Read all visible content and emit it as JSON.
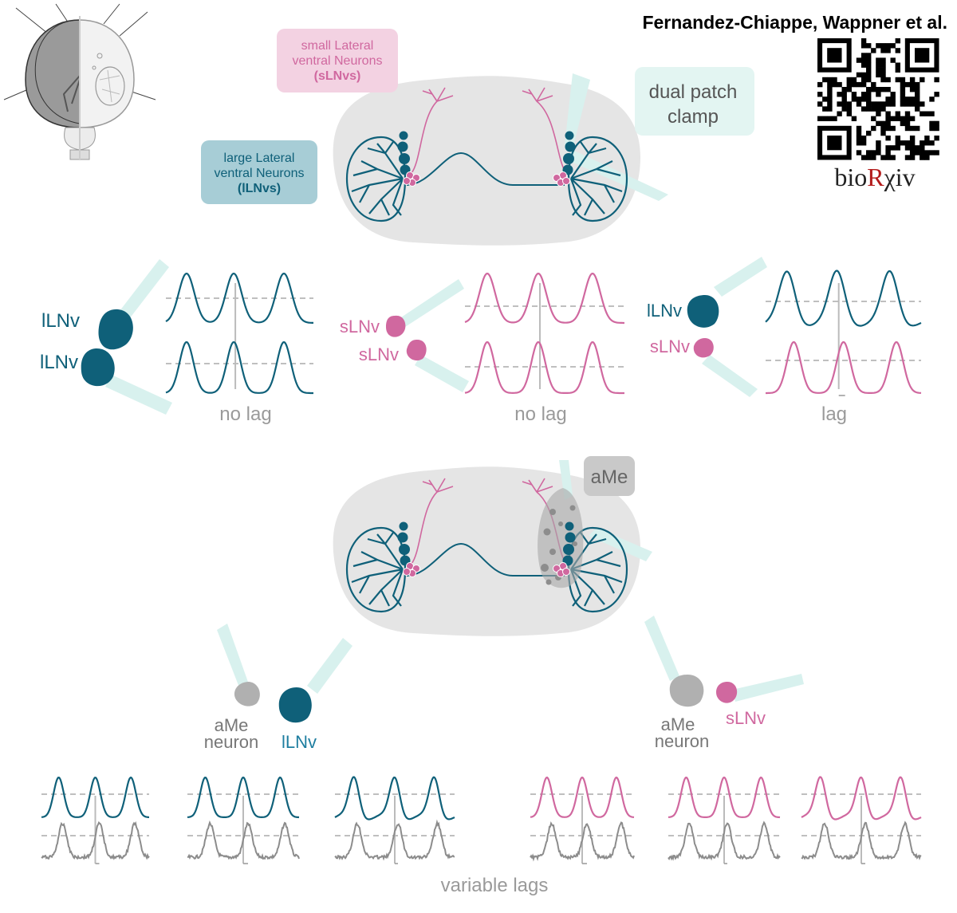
{
  "header": {
    "authors": "Fernandez-Chiappe, Wappner et al.",
    "preprint": {
      "prefix": "bio",
      "r": "R",
      "suffix": "χiv"
    }
  },
  "labels": {
    "slnvs_line1": "small Lateral",
    "slnvs_line2": "ventral Neurons",
    "slnvs_abbr": "(sLNvs)",
    "llnvs_line1": "large Lateral",
    "llnvs_line2": "ventral Neurons",
    "llnvs_abbr": "(lLNvs)",
    "dual_line1": "dual patch",
    "dual_line2": "clamp",
    "ame_region": "aMe"
  },
  "pairs": [
    {
      "top": "lLNv",
      "bottom": "lLNv",
      "result": "no lag"
    },
    {
      "top": "sLNv",
      "bottom": "sLNv",
      "result": "no lag"
    },
    {
      "top": "lLNv",
      "bottom": "sLNv",
      "result": "lag"
    }
  ],
  "ame_pairs": [
    {
      "neuron_line1": "aMe",
      "neuron_line2": "neuron",
      "partner": "lLNv"
    },
    {
      "neuron_line1": "aMe",
      "neuron_line2": "neuron",
      "partner": "sLNv"
    }
  ],
  "bottom_result": "variable lags",
  "colors": {
    "teal": "#0f6079",
    "pink": "#d0689f",
    "gray": "#8c8c8c",
    "brain": "#e5e5e5",
    "pipette": "#d8f1ee",
    "label_gray": "#9a9a9a",
    "pink_box": "#f3d2e2",
    "teal_box": "#a7cdd6",
    "dual_box": "#e3f5f2",
    "ame_box": "#c9c9c9",
    "biorxiv_red": "#b31b1b"
  }
}
